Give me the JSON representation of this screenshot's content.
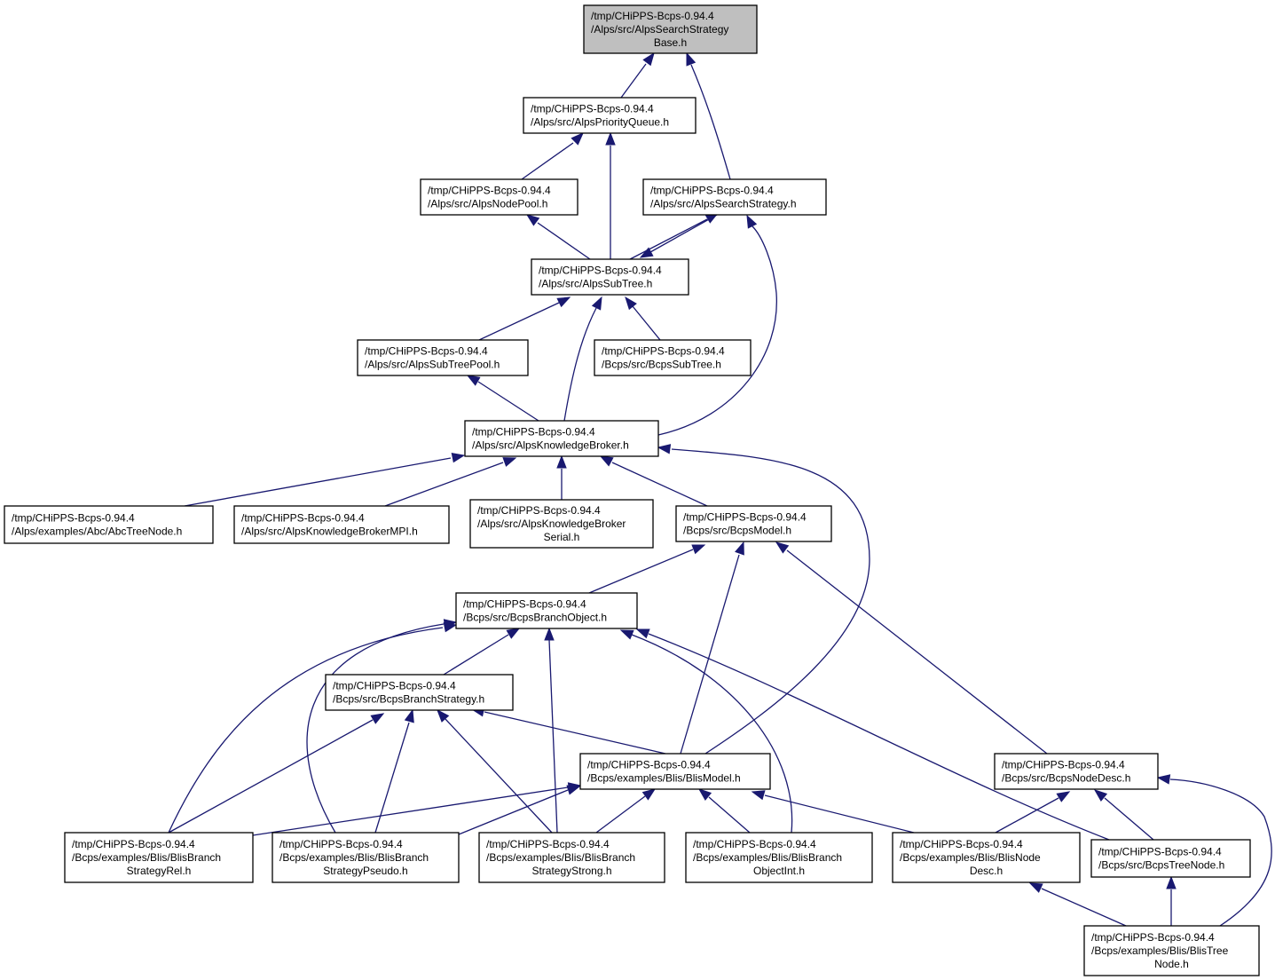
{
  "diagram": {
    "type": "include dependency graph",
    "colors": {
      "edge": "#191970",
      "root_fill": "#bfbfbf",
      "node_fill": "#ffffff",
      "node_stroke": "#000000"
    },
    "nodes": [
      {
        "id": "n0",
        "lines": [
          "/tmp/CHiPPS-Bcps-0.94.4",
          "/Alps/src/AlpsSearchStrategy",
          "Base.h"
        ],
        "root": true
      },
      {
        "id": "n1",
        "lines": [
          "/tmp/CHiPPS-Bcps-0.94.4",
          "/Alps/src/AlpsPriorityQueue.h"
        ]
      },
      {
        "id": "n2",
        "lines": [
          "/tmp/CHiPPS-Bcps-0.94.4",
          "/Alps/src/AlpsNodePool.h"
        ]
      },
      {
        "id": "n3",
        "lines": [
          "/tmp/CHiPPS-Bcps-0.94.4",
          "/Alps/src/AlpsSearchStrategy.h"
        ]
      },
      {
        "id": "n4",
        "lines": [
          "/tmp/CHiPPS-Bcps-0.94.4",
          "/Alps/src/AlpsSubTree.h"
        ]
      },
      {
        "id": "n5",
        "lines": [
          "/tmp/CHiPPS-Bcps-0.94.4",
          "/Alps/src/AlpsSubTreePool.h"
        ]
      },
      {
        "id": "n6",
        "lines": [
          "/tmp/CHiPPS-Bcps-0.94.4",
          "/Bcps/src/BcpsSubTree.h"
        ]
      },
      {
        "id": "n7",
        "lines": [
          "/tmp/CHiPPS-Bcps-0.94.4",
          "/Alps/src/AlpsKnowledgeBroker.h"
        ]
      },
      {
        "id": "n8",
        "lines": [
          "/tmp/CHiPPS-Bcps-0.94.4",
          "/Alps/examples/Abc/AbcTreeNode.h"
        ]
      },
      {
        "id": "n9",
        "lines": [
          "/tmp/CHiPPS-Bcps-0.94.4",
          "/Alps/src/AlpsKnowledgeBrokerMPI.h"
        ]
      },
      {
        "id": "n10",
        "lines": [
          "/tmp/CHiPPS-Bcps-0.94.4",
          "/Alps/src/AlpsKnowledgeBroker",
          "Serial.h"
        ]
      },
      {
        "id": "n11",
        "lines": [
          "/tmp/CHiPPS-Bcps-0.94.4",
          "/Bcps/src/BcpsModel.h"
        ]
      },
      {
        "id": "n12",
        "lines": [
          "/tmp/CHiPPS-Bcps-0.94.4",
          "/Bcps/src/BcpsBranchObject.h"
        ]
      },
      {
        "id": "n13",
        "lines": [
          "/tmp/CHiPPS-Bcps-0.94.4",
          "/Bcps/src/BcpsBranchStrategy.h"
        ]
      },
      {
        "id": "n14",
        "lines": [
          "/tmp/CHiPPS-Bcps-0.94.4",
          "/Bcps/examples/Blis/BlisModel.h"
        ]
      },
      {
        "id": "n15",
        "lines": [
          "/tmp/CHiPPS-Bcps-0.94.4",
          "/Bcps/src/BcpsNodeDesc.h"
        ]
      },
      {
        "id": "n16",
        "lines": [
          "/tmp/CHiPPS-Bcps-0.94.4",
          "/Bcps/examples/Blis/BlisBranch",
          "StrategyRel.h"
        ]
      },
      {
        "id": "n17",
        "lines": [
          "/tmp/CHiPPS-Bcps-0.94.4",
          "/Bcps/examples/Blis/BlisBranch",
          "StrategyPseudo.h"
        ]
      },
      {
        "id": "n18",
        "lines": [
          "/tmp/CHiPPS-Bcps-0.94.4",
          "/Bcps/examples/Blis/BlisBranch",
          "StrategyStrong.h"
        ]
      },
      {
        "id": "n19",
        "lines": [
          "/tmp/CHiPPS-Bcps-0.94.4",
          "/Bcps/examples/Blis/BlisBranch",
          "ObjectInt.h"
        ]
      },
      {
        "id": "n20",
        "lines": [
          "/tmp/CHiPPS-Bcps-0.94.4",
          "/Bcps/examples/Blis/BlisNode",
          "Desc.h"
        ]
      },
      {
        "id": "n21",
        "lines": [
          "/tmp/CHiPPS-Bcps-0.94.4",
          "/Bcps/src/BcpsTreeNode.h"
        ]
      },
      {
        "id": "n22",
        "lines": [
          "/tmp/CHiPPS-Bcps-0.94.4",
          "/Bcps/examples/Blis/BlisTree",
          "Node.h"
        ]
      }
    ]
  }
}
